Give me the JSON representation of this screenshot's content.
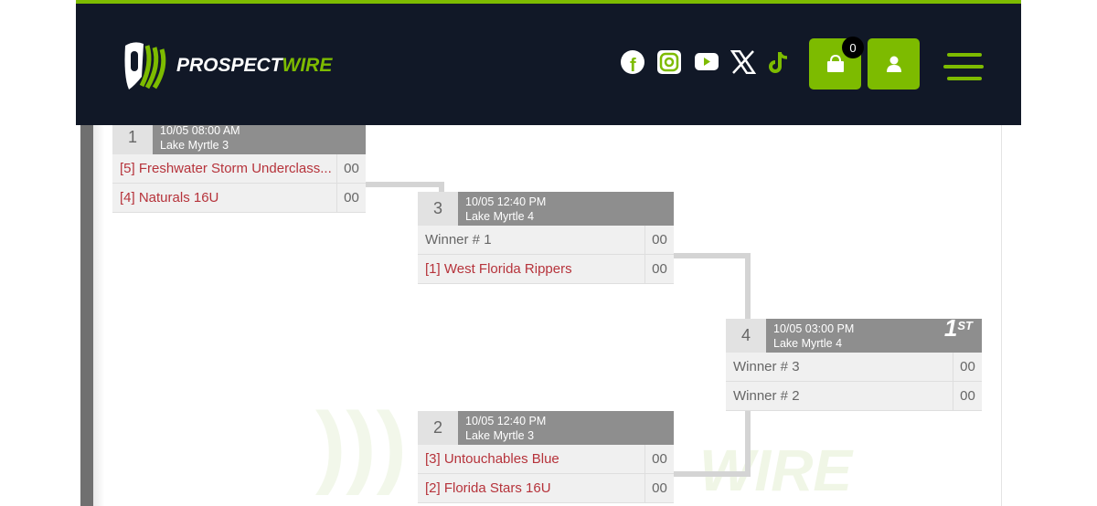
{
  "header": {
    "brand_part1": "PROSPECT",
    "brand_part2": "WIRE",
    "cart_count": "0",
    "social": [
      "facebook-icon",
      "instagram-icon",
      "youtube-icon",
      "x-icon",
      "tiktok-icon"
    ],
    "accent": "#7dbb00",
    "background": "#111827"
  },
  "watermark": "WIRE",
  "matches": [
    {
      "num": "1",
      "time": "10/05 08:00 AM",
      "field": "Lake Myrtle 3",
      "teams": [
        {
          "name": "[5] Freshwater Storm Underclass...",
          "score": "00"
        },
        {
          "name": "[4] Naturals 16U",
          "score": "00"
        }
      ]
    },
    {
      "num": "3",
      "time": "10/05 12:40 PM",
      "field": "Lake Myrtle 4",
      "teams": [
        {
          "name": "Winner # 1",
          "score": "00"
        },
        {
          "name": "[1] West Florida Rippers",
          "score": "00"
        }
      ]
    },
    {
      "num": "4",
      "time": "10/05 03:00 PM",
      "field": "Lake Myrtle 4",
      "place": "1",
      "place_suffix": "ST",
      "teams": [
        {
          "name": "Winner # 3",
          "score": "00"
        },
        {
          "name": "Winner # 2",
          "score": "00"
        }
      ]
    },
    {
      "num": "2",
      "time": "10/05 12:40 PM",
      "field": "Lake Myrtle 3",
      "teams": [
        {
          "name": "[3] Untouchables Blue",
          "score": "00"
        },
        {
          "name": "[2] Florida Stars 16U",
          "score": "00"
        }
      ]
    }
  ]
}
